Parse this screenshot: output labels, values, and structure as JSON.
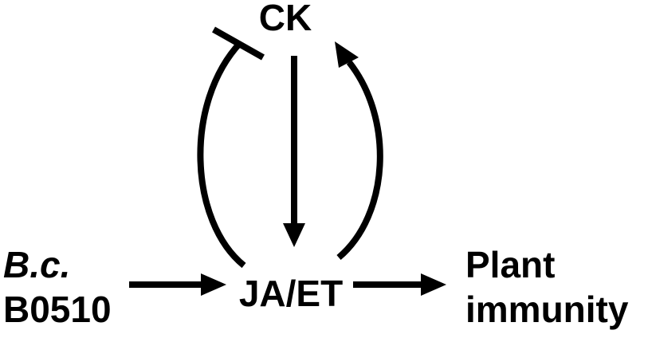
{
  "diagram": {
    "nodes": {
      "ck": {
        "label": "CK"
      },
      "jaet": {
        "label": "JA/ET"
      },
      "bc": {
        "label_line1": "B.c.",
        "label_line2": "B0510"
      },
      "plant": {
        "label_line1": "Plant",
        "label_line2": "immunity"
      }
    },
    "edges": [
      {
        "from": "B.c. B0510",
        "to": "JA/ET",
        "type": "activation"
      },
      {
        "from": "JA/ET",
        "to": "Plant immunity",
        "type": "activation"
      },
      {
        "from": "CK",
        "to": "JA/ET",
        "type": "activation"
      },
      {
        "from": "JA/ET",
        "to": "CK",
        "type": "activation"
      },
      {
        "from": "JA/ET",
        "to": "CK",
        "type": "inhibition"
      }
    ]
  }
}
